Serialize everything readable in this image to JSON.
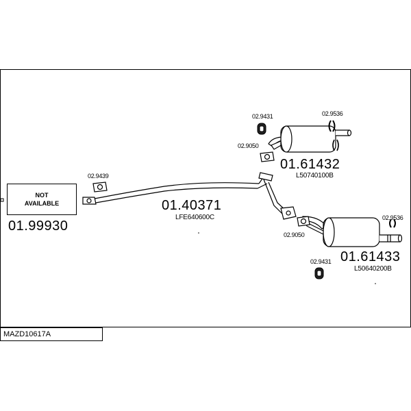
{
  "not_available": {
    "line1": "NOT",
    "line2": "AVAILABLE"
  },
  "parts": {
    "front_pipe": {
      "number": "01.99930"
    },
    "centre_pipe": {
      "number": "01.40371",
      "oem": "LFE640600C"
    },
    "rear_muffler_upper": {
      "number": "01.61432",
      "oem": "L50740100B"
    },
    "rear_muffler_lower": {
      "number": "01.61433",
      "oem": "L50640200B"
    }
  },
  "accessories": {
    "gasket_front": "02.9439",
    "rubber_upper": "02.9431",
    "clamp_upper": "02.9536",
    "gasket_upper": "02.9050",
    "gasket_lower": "02.9050",
    "clamp_lower": "02.9536",
    "rubber_lower": "02.9431"
  },
  "model_code": "MAZD10617A"
}
